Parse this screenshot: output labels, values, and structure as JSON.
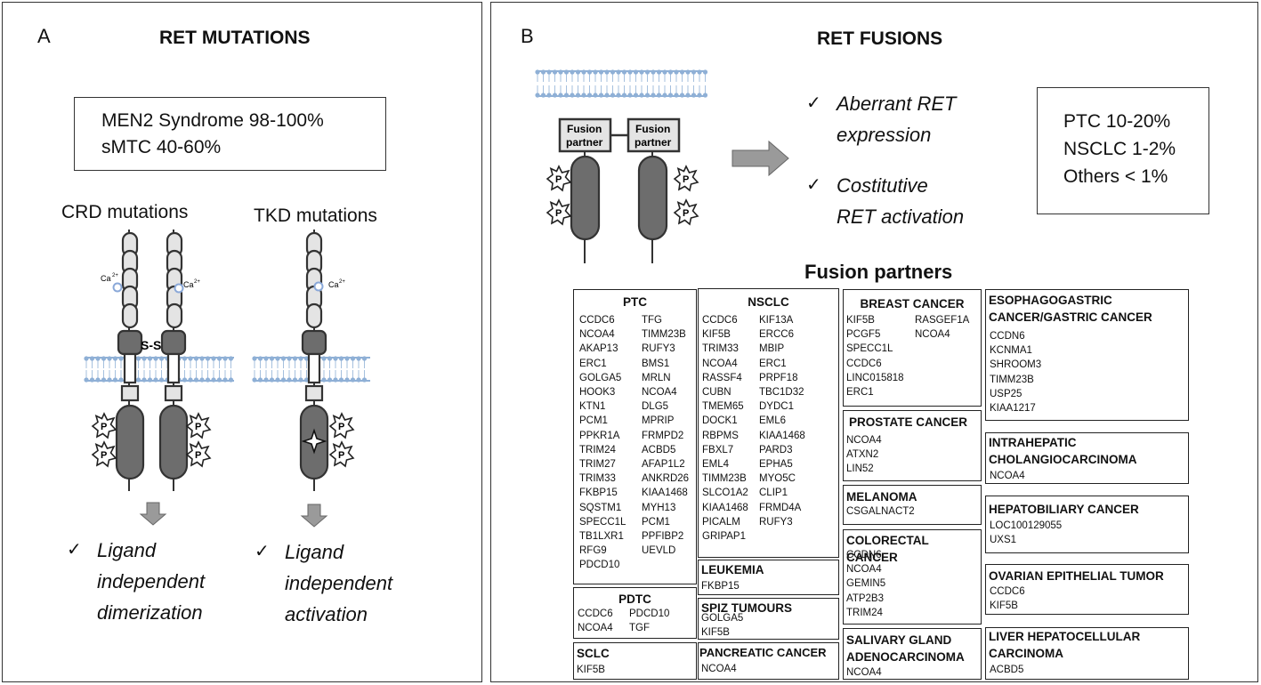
{
  "panel_a": {
    "letter": "A",
    "title": "RET MUTATIONS",
    "prevalence": [
      "MEN2 Syndrome 98-100%",
      "sMTC 40-60%"
    ],
    "crd_title": "CRD mutations",
    "tkd_title": "TKD mutations",
    "crd_outcome": [
      "Ligand",
      "independent",
      "dimerization"
    ],
    "tkd_outcome": [
      "Ligand",
      "independent",
      "activation"
    ],
    "ca_label": "Ca",
    "ca_sup": "2+",
    "ss_label": "S-S",
    "p_label": "P",
    "check": "✓"
  },
  "panel_b": {
    "letter": "B",
    "title": "RET FUSIONS",
    "fusion_partner_label": [
      "Fusion",
      "partner"
    ],
    "effects": [
      [
        "Aberrant RET",
        "expression"
      ],
      [
        "Costitutive",
        "RET activation"
      ]
    ],
    "prevalence": [
      "PTC 10-20%",
      "NSCLC 1-2%",
      "Others < 1%"
    ],
    "fusion_partners_title": "Fusion partners",
    "check": "✓",
    "p_label": "P"
  },
  "groups": {
    "ptc": {
      "title": "PTC",
      "col1": [
        "CCDC6",
        "NCOA4",
        "AKAP13",
        "ERC1",
        "GOLGA5",
        "HOOK3",
        "KTN1",
        "PCM1",
        "PPKR1A",
        "TRIM24",
        "TRIM27",
        "TRIM33",
        "FKBP15",
        "SQSTM1",
        "SPECC1L",
        "TB1LXR1",
        "RFG9",
        "PDCD10"
      ],
      "col2": [
        "TFG",
        "TIMM23B",
        "RUFY3",
        "BMS1",
        "MRLN",
        "NCOA4",
        "DLG5",
        "MPRIP",
        "FRMPD2",
        "ACBD5",
        "AFAP1L2",
        "ANKRD26",
        "KIAA1468",
        "MYH13",
        "PCM1",
        "PPFIBP2",
        "UEVLD"
      ]
    },
    "nsclc": {
      "title": "NSCLC",
      "col1": [
        "CCDC6",
        "KIF5B",
        "TRIM33",
        "NCOA4",
        "RASSF4",
        "CUBN",
        "TMEM65",
        "DOCK1",
        "RBPMS",
        "FBXL7",
        "EML4",
        "TIMM23B",
        "SLCO1A2",
        "KIAA1468",
        "PICALM",
        "GRIPAP1"
      ],
      "col2": [
        "KIF13A",
        "ERCC6",
        "MBIP",
        "ERC1",
        "PRPF18",
        "TBC1D32",
        "DYDC1",
        "EML6",
        "KIAA1468",
        "PARD3",
        "EPHA5",
        "MYO5C",
        "CLIP1",
        "FRMD4A",
        "RUFY3"
      ]
    },
    "pdtc": {
      "title": "PDTC",
      "col1": [
        "CCDC6",
        "NCOA4"
      ],
      "col2": [
        "PDCD10",
        "TGF"
      ]
    },
    "sclc": {
      "title": "SCLC",
      "genes": [
        "KIF5B"
      ]
    },
    "leukemia": {
      "title": "LEUKEMIA",
      "genes": [
        "FKBP15"
      ]
    },
    "spiz": {
      "title": "SPIZ TUMOURS",
      "genes": [
        "GOLGA5",
        "KIF5B"
      ]
    },
    "pancreatic": {
      "title": "PANCREATIC CANCER",
      "genes": [
        "NCOA4"
      ]
    },
    "breast": {
      "title": "BREAST CANCER",
      "col1": [
        "KIF5B",
        "PCGF5",
        "SPECC1L",
        "CCDC6",
        "LINC015818",
        "ERC1"
      ],
      "col2": [
        "RASGEF1A",
        "NCOA4"
      ]
    },
    "prostate": {
      "title": "PROSTATE CANCER",
      "genes": [
        "NCOA4",
        "ATXN2",
        "LIN52"
      ]
    },
    "melanoma": {
      "title": "MELANOMA",
      "genes": [
        "CSGALNACT2"
      ]
    },
    "colorectal": {
      "title": "COLORECTAL CANCER",
      "genes": [
        "CCDN6",
        "NCOA4",
        "GEMIN5",
        "ATP2B3",
        "TRIM24"
      ]
    },
    "salivary": {
      "title_lines": [
        "SALIVARY GLAND",
        "ADENOCARCINOMA"
      ],
      "genes": [
        "NCOA4"
      ]
    },
    "esophago": {
      "title_lines": [
        "ESOPHAGOGASTRIC",
        "CANCER/GASTRIC CANCER"
      ],
      "genes": [
        "CCDN6",
        "KCNMA1",
        "SHROOM3",
        "TIMM23B",
        "USP25",
        "KIAA1217"
      ]
    },
    "intrahepatic": {
      "title_lines": [
        "INTRAHEPATIC",
        "CHOLANGIOCARCINOMA"
      ],
      "genes": [
        "NCOA4"
      ]
    },
    "hepatobiliary": {
      "title": "HEPATOBILIARY CANCER",
      "genes": [
        "LOC100129055",
        "UXS1"
      ]
    },
    "ovarian": {
      "title": "OVARIAN EPITHELIAL TUMOR",
      "genes": [
        "CCDC6",
        "KIF5B"
      ]
    },
    "liver": {
      "title_lines": [
        "LIVER HEPATOCELLULAR",
        "CARCINOMA"
      ],
      "genes": [
        "ACBD5"
      ]
    }
  },
  "colors": {
    "membrane": "#8fb0d6",
    "domain_fill": "#e4e4e4",
    "kinase_fill": "#6d6d6d",
    "arrow_fill": "#9a9a9a",
    "ca_ring": "#8aa8d8"
  }
}
